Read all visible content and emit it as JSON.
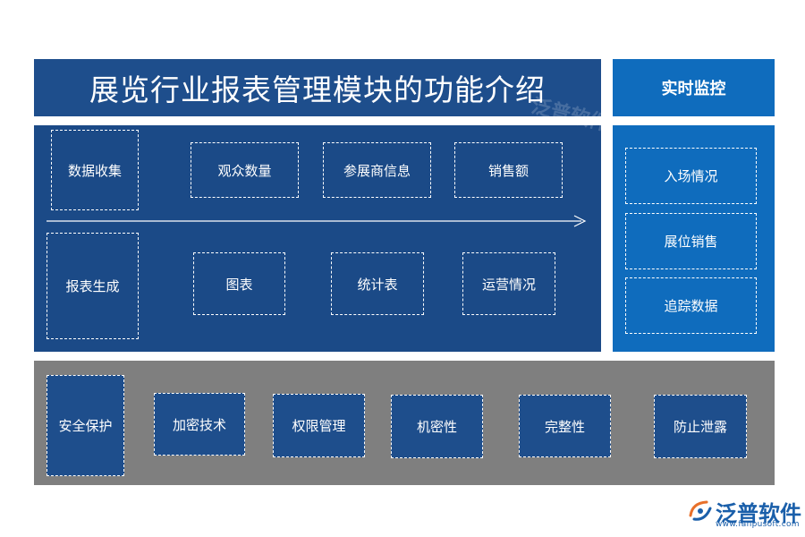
{
  "title": "展览行业报表管理模块的功能介绍",
  "realtime": {
    "header": "实时监控",
    "items": [
      "入场情况",
      "展位销售",
      "追踪数据"
    ]
  },
  "data_collection": {
    "label": "数据收集",
    "items": [
      "观众数量",
      "参展商信息",
      "销售额"
    ]
  },
  "report_generation": {
    "label": "报表生成",
    "items": [
      "图表",
      "统计表",
      "运营情况"
    ]
  },
  "security": {
    "label": "安全保护",
    "items": [
      "加密技术",
      "权限管理",
      "机密性",
      "完整性",
      "防止泄露"
    ]
  },
  "logo": {
    "name": "泛普软件",
    "url": "www.fanpusoft.com"
  },
  "colors": {
    "dark_blue": "#1b4a87",
    "bright_blue": "#0f6cbd",
    "gray": "#7f7f7f",
    "logo_orange": "#e8702a"
  }
}
